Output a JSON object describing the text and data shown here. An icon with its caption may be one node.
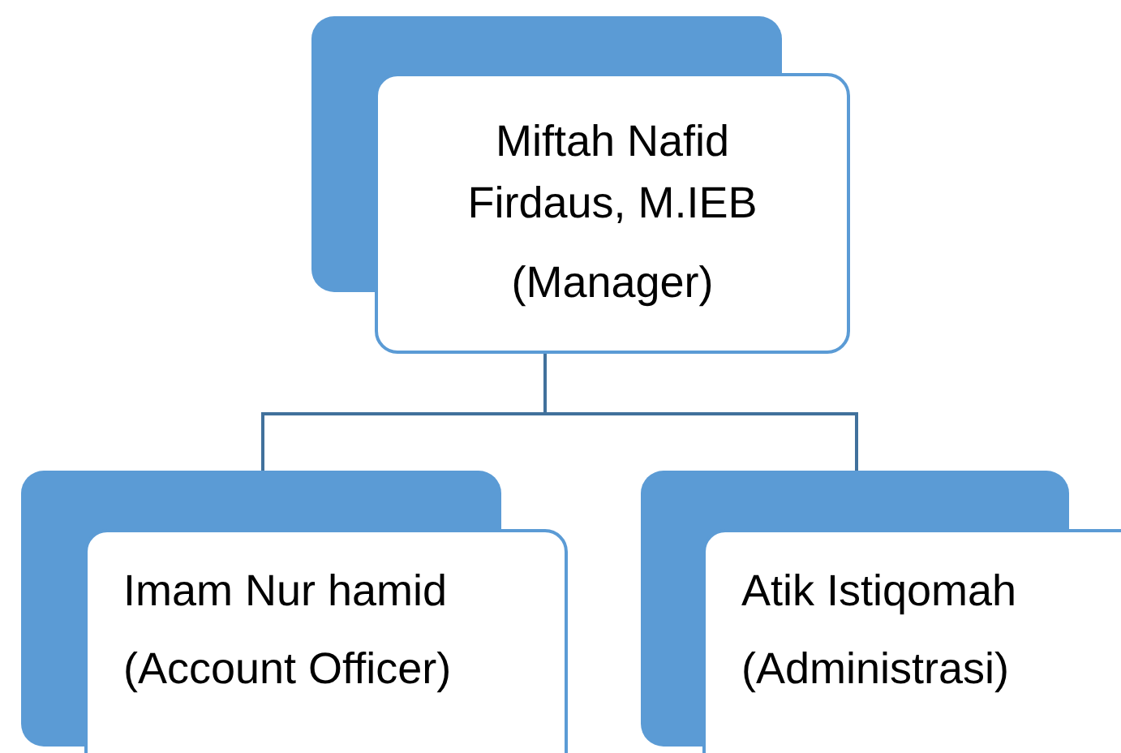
{
  "diagram": {
    "nodes": [
      {
        "text": [
          "Miftah Nafid Firdaus, M.IEB",
          "(Manager)"
        ]
      },
      {
        "text": [
          "Imam Nur hamid",
          "(Account Officer)"
        ]
      },
      {
        "text": [
          "Atik Istiqomah",
          "(Administrasi)"
        ]
      }
    ],
    "edges": [
      {
        "from": 0,
        "to": 1,
        "arrow": "none"
      },
      {
        "from": 0,
        "to": 2,
        "arrow": "none"
      }
    ]
  }
}
